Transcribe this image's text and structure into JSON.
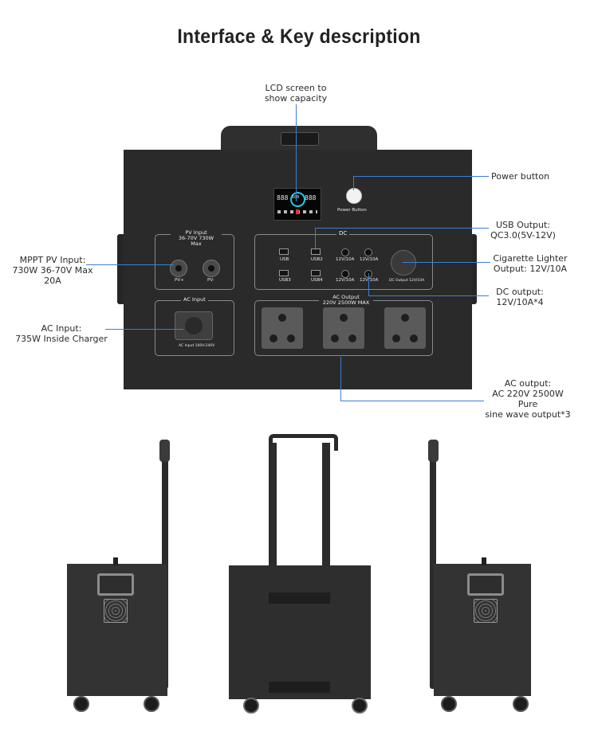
{
  "title": "Interface & Key description",
  "callouts": {
    "lcd": "LCD screen to\nshow capacity",
    "power": "Power button",
    "usb": "USB Output:\nQC3.0(5V-12V)",
    "cig": "Cigarette Lighter\nOutput: 12V/10A",
    "dc": "DC output:\n12V/10A*4",
    "ac_out": "AC output:\nAC 220V 2500W\nPure\nsine wave output*3",
    "mppt": "MPPT PV Input:\n730W 36-70V Max\n20A",
    "ac_in": "AC Input:\n735W Inside Charger"
  },
  "panel": {
    "power_button_label": "Power Button",
    "pv_title": "PV Input\n36-70V  730W Max",
    "pv_plus": "PV+",
    "pv_minus": "PV-",
    "dc_title": "DC",
    "usb1": "USB",
    "usb2": "USB2",
    "usb3": "USB3",
    "usb4": "USB4",
    "dc1": "12V/10A",
    "dc2": "12V/10A",
    "dc3": "12V/10A",
    "dc4": "12V/10A",
    "cig_label": "DC Output  12V/10A",
    "acin_title": "AC Input",
    "acin_label": "AC Input  100V-240V",
    "acout_title": "AC Output\n220V  2500W MAX",
    "lcd_left": "888",
    "lcd_center": "100",
    "lcd_right": "888"
  },
  "colors": {
    "accent_line": "#3a7fd5",
    "panel": "#2a2a2a",
    "lcd_ring": "#22c7e8",
    "lcd_red": "#e0303a"
  }
}
